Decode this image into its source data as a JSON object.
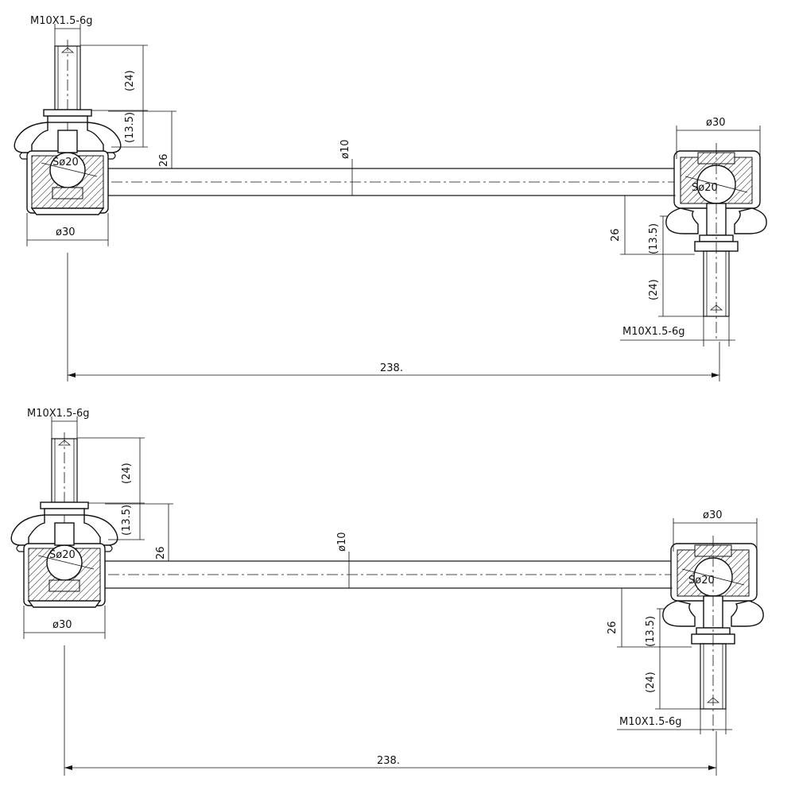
{
  "views": [
    {
      "id": "top-view",
      "labels": {
        "thread_left": "M10X1.5-6g",
        "thread_right": "M10X1.5-6g",
        "stud_length_left": "(24)",
        "stud_length_right": "(24)",
        "neck_height_left": "(13.5)",
        "neck_height_right": "(13.5)",
        "offset_left": "26",
        "offset_right": "26",
        "rod_diameter": "ø10",
        "ball_left": "Sø20",
        "ball_right": "Sø20",
        "housing_left": "ø30",
        "housing_right": "ø30",
        "overall_length": "238."
      }
    },
    {
      "id": "bottom-view",
      "labels": {
        "thread_left": "M10X1.5-6g",
        "thread_right": "M10X1.5-6g",
        "stud_length_left": "(24)",
        "stud_length_right": "(24)",
        "neck_height_left": "(13.5)",
        "neck_height_right": "(13.5)",
        "offset_left": "26",
        "offset_right": "26",
        "rod_diameter": "ø10",
        "ball_left": "Sø20",
        "ball_right": "Sø20",
        "housing_left": "ø30",
        "housing_right": "ø30",
        "overall_length": "238."
      }
    }
  ]
}
